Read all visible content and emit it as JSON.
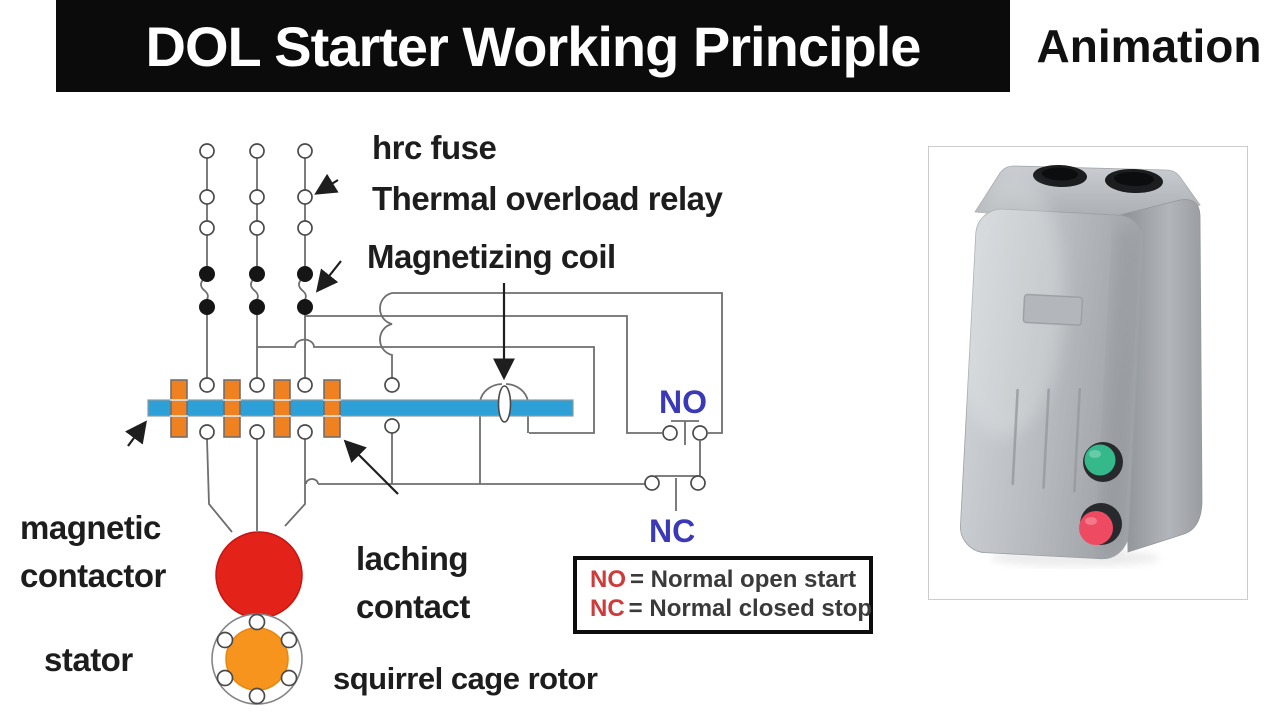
{
  "header": {
    "title": "DOL Starter Working Principle",
    "badge": "Animation"
  },
  "labels": {
    "hrc_fuse": "hrc fuse",
    "thermal_overload_relay": "Thermal overload relay",
    "magnetizing_coil": "Magnetizing coil",
    "no_label": "NO",
    "nc_label": "NC",
    "magnetic_contactor_line1": "magnetic",
    "magnetic_contactor_line2": "contactor",
    "laching_line1": "laching",
    "laching_line2": "contact",
    "stator": "stator",
    "squirrel_cage_rotor": "squirrel cage rotor"
  },
  "legend": {
    "no_key": "NO",
    "no_text": "= Normal open start",
    "nc_key": "NC",
    "nc_text": "= Normal closed stop"
  },
  "colors": {
    "title_bg": "#0b0b0b",
    "ink": "#1d1d1d",
    "wire": "#6e6e6e",
    "bar_blue": "#2da0d8",
    "pole_orange": "#f08121",
    "motor_red": "#e32219",
    "rotor_orange": "#f7941d",
    "label_blue": "#3a3ab8",
    "legend_red": "#cf3b3b",
    "btn_green": "#35b98b",
    "btn_red": "#ee4b63"
  }
}
